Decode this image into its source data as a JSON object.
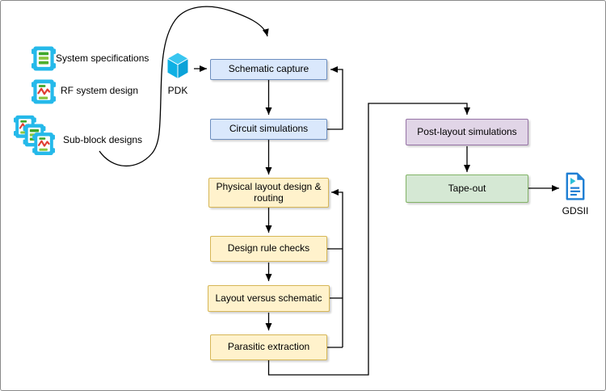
{
  "colors": {
    "blue_fill": "#dae8fc",
    "blue_stroke": "#6c8ebf",
    "yellow_fill": "#fff2cc",
    "yellow_stroke": "#d6b656",
    "purple_fill": "#e1d5e7",
    "purple_stroke": "#9673a6",
    "green_fill": "#d5e8d4",
    "green_stroke": "#82b366",
    "connector": "#000000",
    "icon_cyan": "#25b9ea",
    "icon_green": "#3fa72c",
    "icon_light_green": "#8cc63f",
    "icon_red": "#e03c31",
    "doc_blue": "#1f7fd4",
    "doc_teal": "#2bc0d8"
  },
  "sources": {
    "items": [
      {
        "label": "System specifications",
        "icon": "spec-sheet-icon"
      },
      {
        "label": "RF system design",
        "icon": "rf-wave-sheet-icon"
      },
      {
        "label": "Sub-block designs",
        "icon": "stacked-sheets-icon"
      }
    ]
  },
  "pdk": {
    "label": "PDK",
    "icon": "cube-icon"
  },
  "flow": {
    "schematic_capture": "Schematic capture",
    "circuit_simulations": "Circuit simulations",
    "physical_layout_design_routing": "Physical layout design & routing",
    "design_rule_checks": "Design rule checks",
    "layout_versus_schematic": "Layout versus schematic",
    "parasitic_extraction": "Parasitic extraction",
    "post_layout_simulations": "Post-layout simulations",
    "tape_out": "Tape-out"
  },
  "output": {
    "label": "GDSII",
    "icon": "document-icon"
  }
}
